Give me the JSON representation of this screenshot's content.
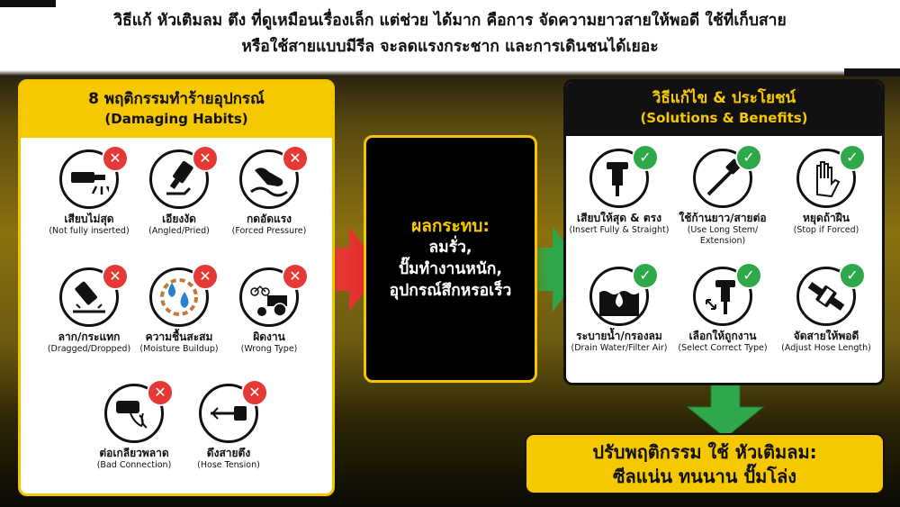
{
  "headline": {
    "line1": "วิธีแก้ หัวเติมลม ตึง ที่ดูเหมือนเรื่องเล็ก แต่ช่วย ได้มาก คือการ จัดความยาวสายให้พอดี ใช้ที่เก็บสาย",
    "line2": "หรือใช้สายแบบมีรีล จะลดแรงกระชาก และการเดินชนได้เยอะ"
  },
  "damaging": {
    "title_th": "8 พฤติกรรมทำร้ายอุปกรณ์",
    "title_en": "(Damaging Habits)",
    "mark": "✕",
    "items": [
      {
        "th": "เสียบไม่สุด",
        "en": "(Not fully inserted)",
        "icon": "nozzle-half-inserted-icon"
      },
      {
        "th": "เอียงงัด",
        "en": "(Angled/Pried)",
        "icon": "angled-chuck-icon"
      },
      {
        "th": "กดอัดแรง",
        "en": "(Forced Pressure)",
        "icon": "pressing-hand-icon"
      },
      {
        "th": "ลาก/กระแทก",
        "en": "(Dragged/Dropped)",
        "icon": "dropped-chuck-icon"
      },
      {
        "th": "ความชื้นสะสม",
        "en": "(Moisture Buildup)",
        "icon": "water-drops-icon"
      },
      {
        "th": "ผิดงาน",
        "en": "(Wrong Type)",
        "icon": "bike-tractor-icon"
      },
      {
        "th": "ต่อเกลียวพลาด",
        "en": "(Bad Connection)",
        "icon": "leaking-thread-icon"
      },
      {
        "th": "ดึงสายตึง",
        "en": "(Hose Tension)",
        "icon": "taut-hose-icon"
      }
    ]
  },
  "impact": {
    "heading": "ผลกระทบ:",
    "lines": [
      "ลมรั่ว,",
      "ปั๊มทำงานหนัก,",
      "อุปกรณ์สึกหรอเร็ว"
    ]
  },
  "solutions": {
    "title_th": "วิธีแก้ไข & ประโยชน์",
    "title_en": "(Solutions & Benefits)",
    "mark": "✓",
    "items": [
      {
        "th": "เสียบให้สุด & ตรง",
        "en": "(Insert Fully & Straight)",
        "icon": "straight-nozzle-icon"
      },
      {
        "th": "ใช้ก้านยาว/สายต่อ",
        "en": "(Use Long Stem/",
        "en2": "Extension)",
        "icon": "long-stem-icon"
      },
      {
        "th": "หยุดถ้าฝืน",
        "en": "(Stop if Forced)",
        "icon": "stop-hand-icon"
      },
      {
        "th": "ระบายน้ำ/กรองลม",
        "en": "(Drain Water/Filter Air)",
        "icon": "water-drain-icon"
      },
      {
        "th": "เลือกให้ถูกงาน",
        "en": "(Select Correct Type)",
        "icon": "correct-chuck-icon"
      },
      {
        "th": "จัดสายให้พอดี",
        "en": "(Adjust Hose Length)",
        "icon": "hose-coupler-icon"
      }
    ]
  },
  "result": {
    "line1": "ปรับพฤติกรรม ใช้ หัวเติมลม:",
    "line2": "ซีลแน่น ทนนาน ปั๊มโล่ง"
  },
  "colors": {
    "accent_yellow": "#f6c800",
    "bad_red": "#e53935",
    "good_green": "#2ea84a",
    "dark": "#111111"
  }
}
